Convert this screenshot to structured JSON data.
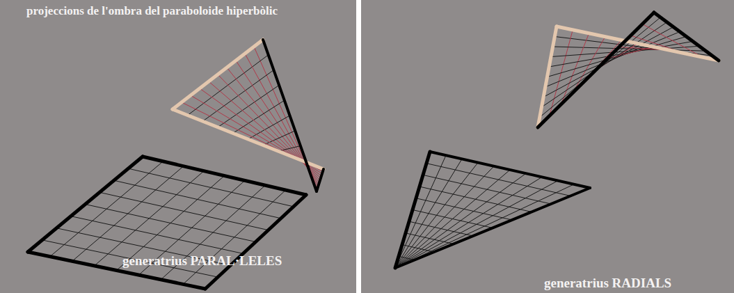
{
  "diagram": {
    "title": "projeccions de l'ombra del paraboloide hiperbòlic",
    "labels": [
      "generatrius PARAL·LELES",
      "generatrius RADIALS"
    ]
  }
}
